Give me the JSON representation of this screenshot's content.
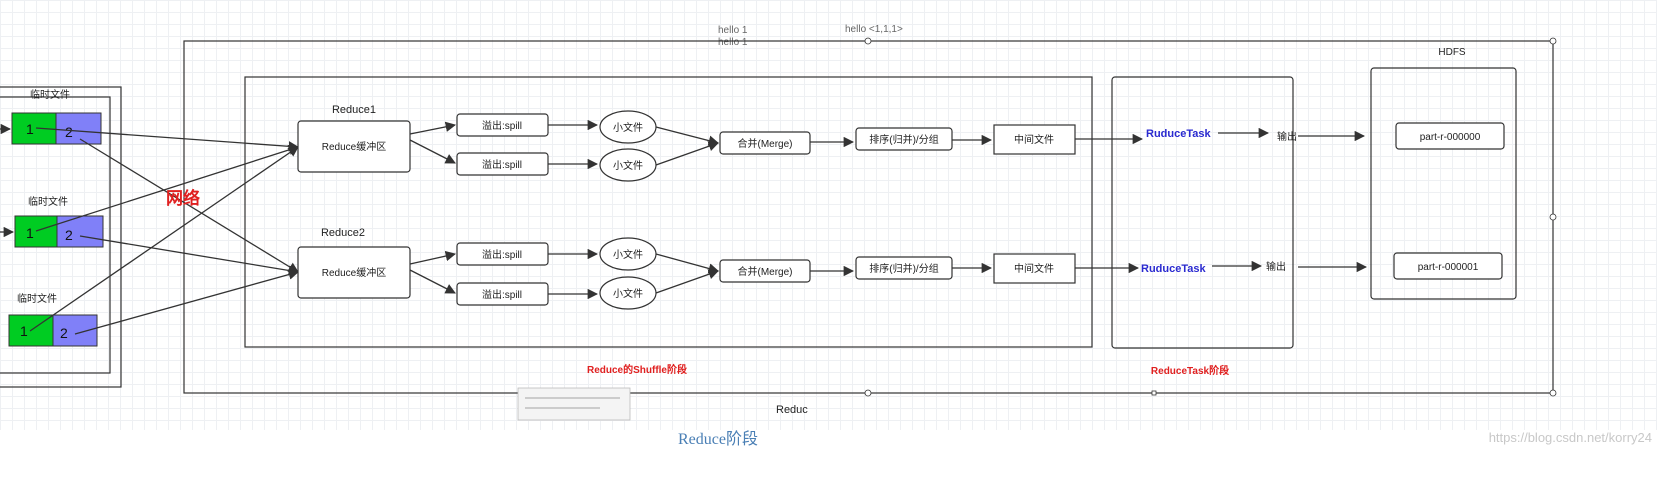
{
  "top_text": {
    "hello_a": "hello 1",
    "hello_b": "hello 1",
    "hello_c": "hello <1,1,1>"
  },
  "left": {
    "tmp_files": [
      "临时文件",
      "临时文件",
      "临时文件"
    ],
    "part_a": "1",
    "part_b": "2",
    "network": "网络"
  },
  "reduce_shuffle": {
    "reduce1_label": "Reduce1",
    "reduce2_label": "Reduce2",
    "buffer": "Reduce缓冲区",
    "spill": "溢出:spill",
    "small_file": "小文件",
    "merge": "合并(Merge)",
    "sort_group": "排序(归并)/分组",
    "intermediate": "中间文件",
    "stage_label": "Reduce的Shuffle阶段"
  },
  "reduce_task": {
    "task": "RuduceTask",
    "output": "输出",
    "stage_label": "ReduceTask阶段"
  },
  "hdfs": {
    "label": "HDFS",
    "part0": "part-r-000000",
    "part1": "part-r-000001"
  },
  "bottom": {
    "cut_label": "Reduc",
    "caption": "Reduce阶段",
    "watermark": "https://blog.csdn.net/korry24"
  }
}
